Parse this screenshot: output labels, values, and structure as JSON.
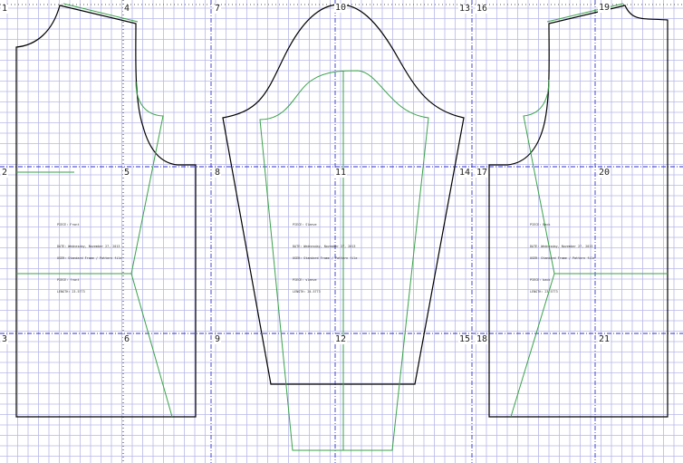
{
  "colors": {
    "background": "#ffffff",
    "grid": "#b7b7ea",
    "tile_border": "#3030c8",
    "tile_border_v": "#4a4ad0",
    "outline": "#000000",
    "seam": "#3aa24a",
    "page_number": "#222222"
  },
  "page_numbers": [
    "1",
    "4",
    "7",
    "10",
    "13",
    "16",
    "19",
    "2",
    "5",
    "8",
    "11",
    "14",
    "17",
    "20",
    "3",
    "6",
    "9",
    "12",
    "15",
    "18",
    "21"
  ],
  "pieces": [
    {
      "name": "Front",
      "lines": [
        "PIECE: Front",
        "DATE: Wednesday, November 27, 2013",
        "USER: Standard Frame / Pattern file",
        "",
        "PIECE: front",
        "LENGTH: 23.5773"
      ]
    },
    {
      "name": "Sleeve",
      "lines": [
        "PIECE: Sleeve",
        "DATE: Wednesday, November 27, 2013",
        "USER: Standard Frame / Pattern file",
        "",
        "PIECE: sleeve",
        "LENGTH: 24.5773"
      ]
    },
    {
      "name": "Back",
      "lines": [
        "PIECE: Back",
        "DATE: Wednesday, November 27, 2013",
        "USER: Standard Frame / Pattern file",
        "",
        "PIECE: back",
        "LENGTH: 23.5773"
      ]
    }
  ]
}
